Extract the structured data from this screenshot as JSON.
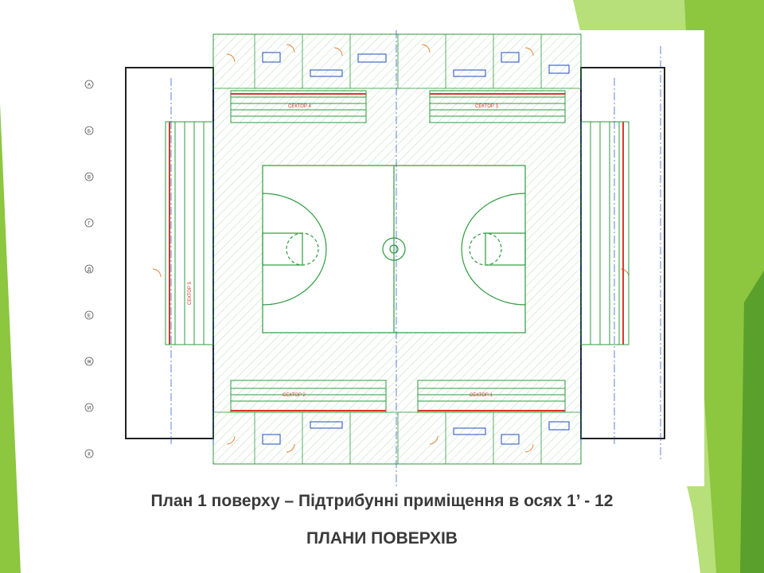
{
  "slide": {
    "caption": "План 1 поверху – Підтрибунні приміщення в осях 1’ - 12",
    "heading": "ПЛАНИ ПОВЕРХІВ"
  },
  "drawing": {
    "sector_labels": [
      "СЕКТОР 4",
      "СЕКТОР 3",
      "СЕКТОР 2",
      "СЕКТОР 1",
      "СЕКТОР 5"
    ],
    "axis_marks": [
      "А",
      "Б",
      "В",
      "Г",
      "Д",
      "Е",
      "Ж",
      "И",
      "К"
    ]
  },
  "colors": {
    "accent_green": "#8dc63f",
    "dark_green": "#5aa02c",
    "light_green": "#b7df7a",
    "plan_green": "#2e9b3e",
    "plan_blue": "#1f4bbf",
    "plan_red": "#d9382b",
    "plan_orange": "#e07a2a",
    "caption_text": "#3a3a3a"
  }
}
